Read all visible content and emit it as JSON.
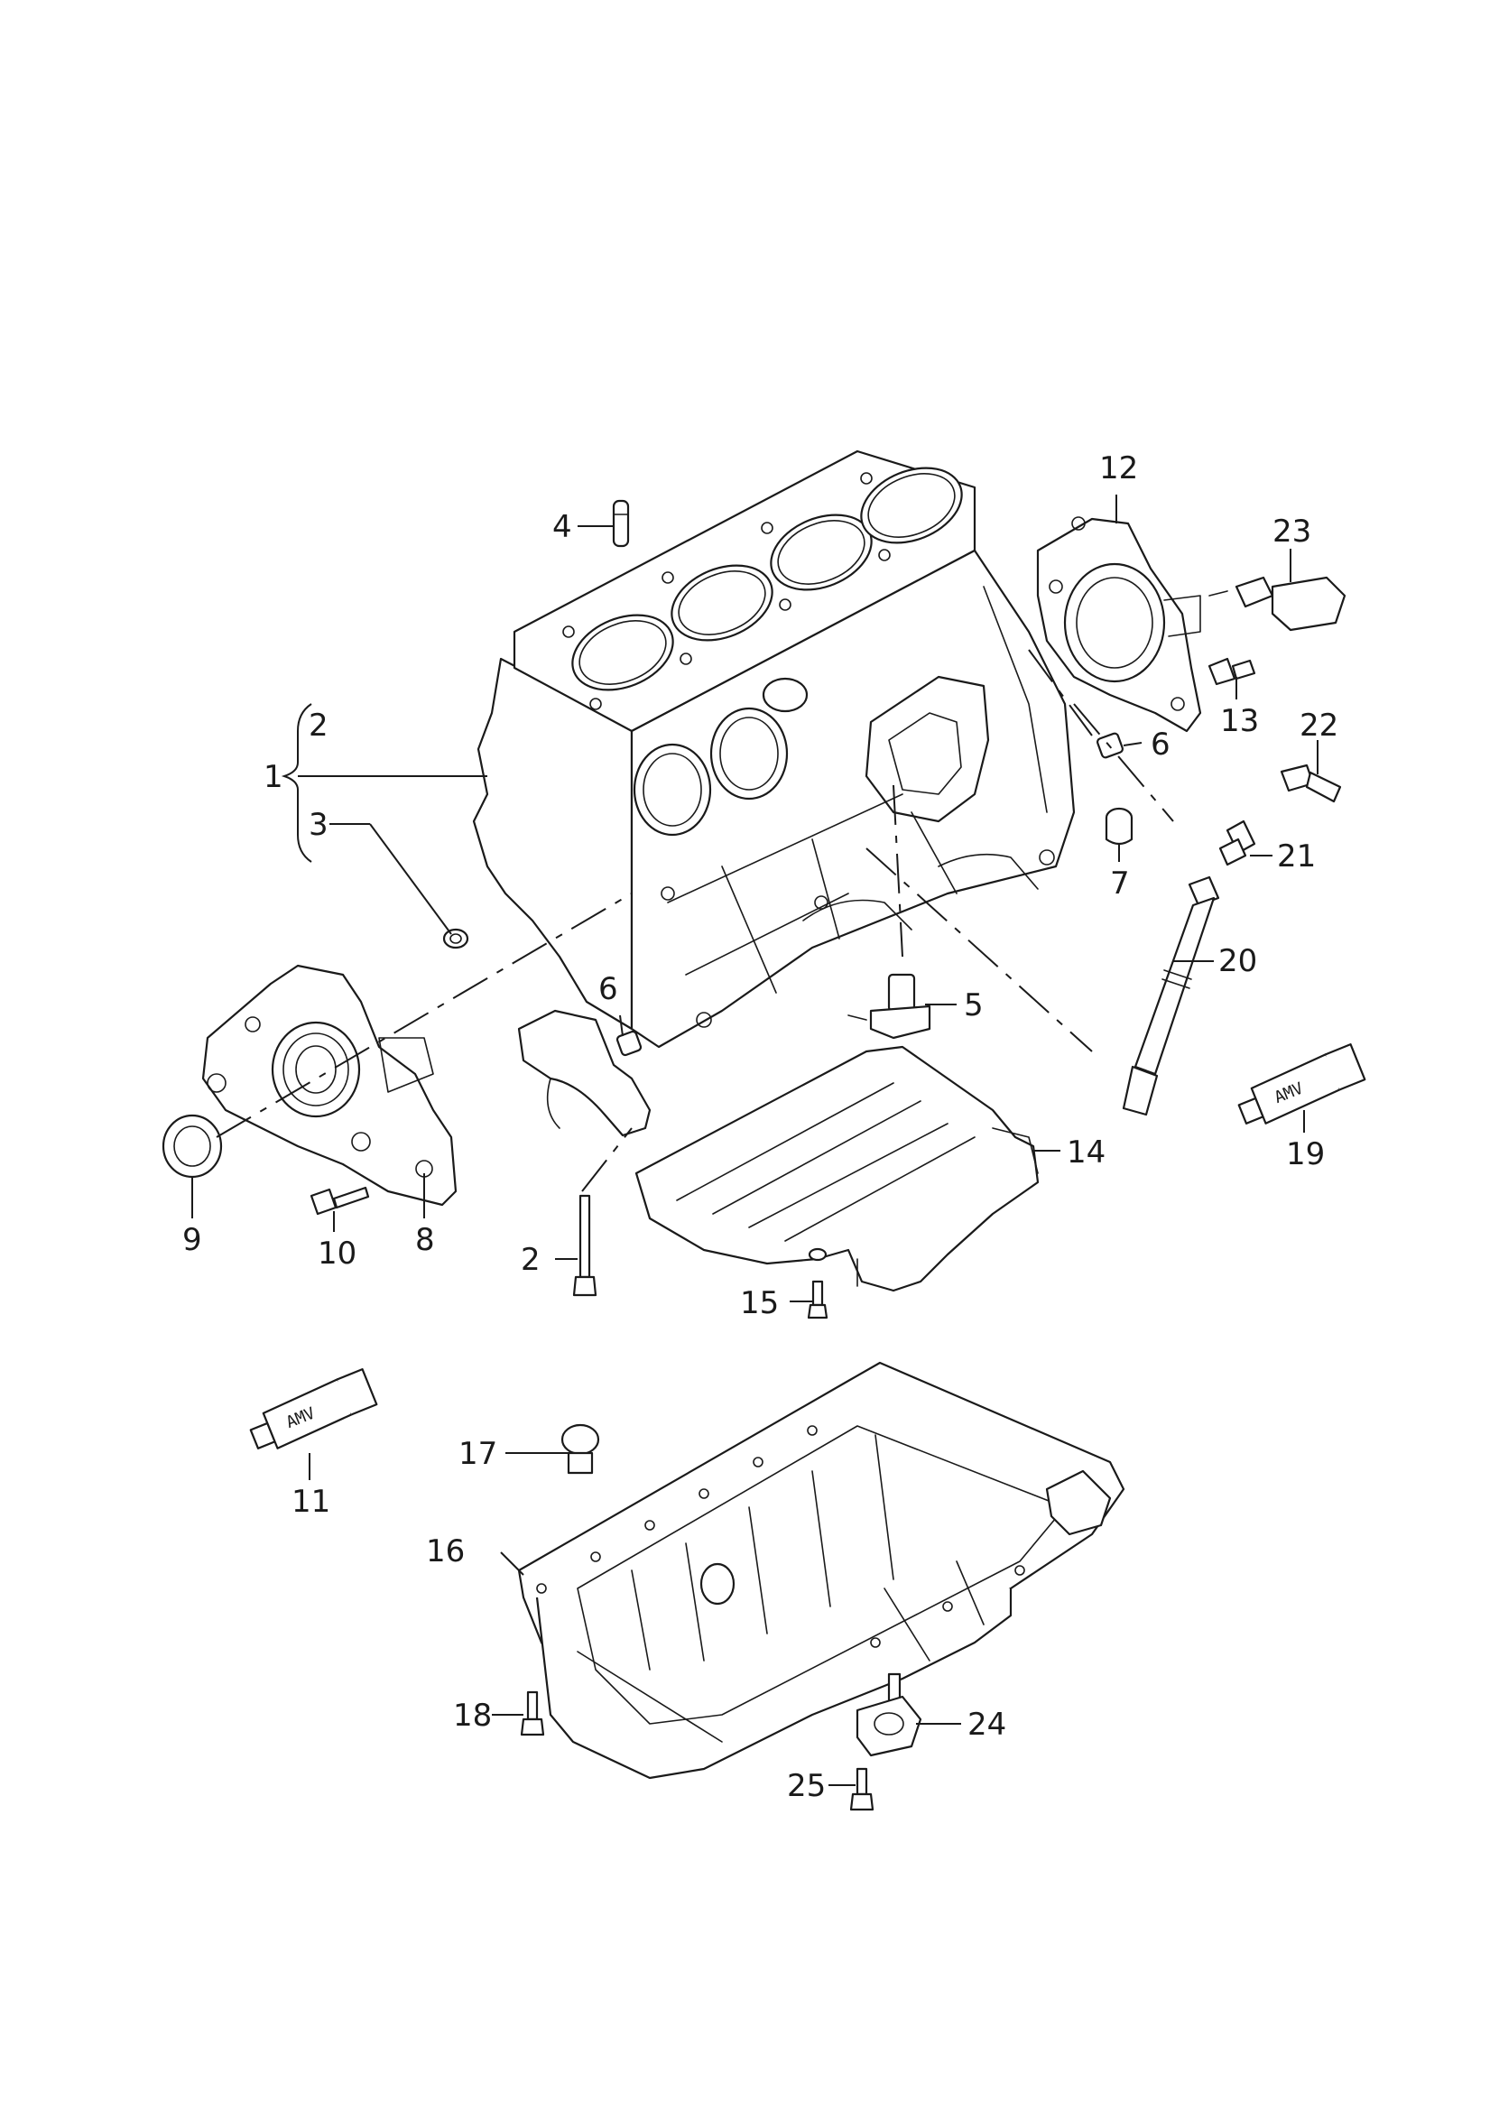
{
  "callouts": {
    "c1": "1",
    "c2a": "2",
    "c2b": "2",
    "c3": "3",
    "c4": "4",
    "c5": "5",
    "c6a": "6",
    "c6b": "6",
    "c7": "7",
    "c8": "8",
    "c9": "9",
    "c10": "10",
    "c11": "11",
    "c12": "12",
    "c13": "13",
    "c14": "14",
    "c15": "15",
    "c16": "16",
    "c17": "17",
    "c18": "18",
    "c19": "19",
    "c20": "20",
    "c21": "21",
    "c22": "22",
    "c23": "23",
    "c24": "24",
    "c25": "25"
  },
  "tubes": {
    "sealant_a": "AMV",
    "sealant_b": "AMV"
  },
  "colors": {
    "line": "#1a1a1a",
    "background": "#ffffff"
  }
}
